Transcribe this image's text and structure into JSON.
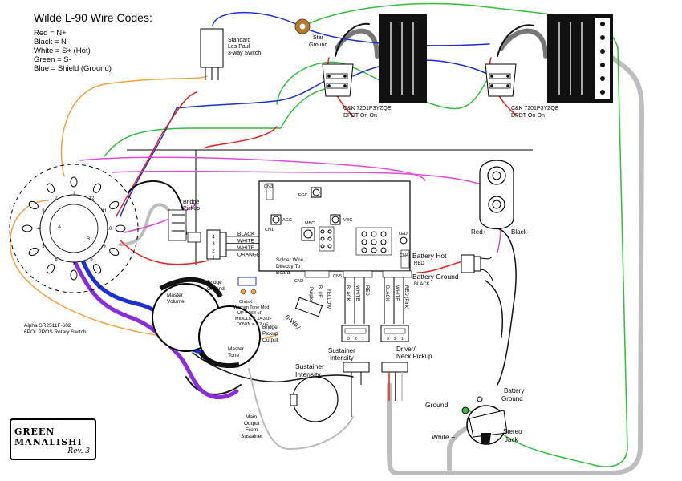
{
  "legend": {
    "title": "Wilde L-90 Wire Codes:",
    "lines": [
      "Red = N+",
      "Black = N-",
      "White = S+ (Hot)",
      "Green = S-",
      "Blue = Shield (Ground)"
    ]
  },
  "labels": {
    "switch3way": [
      "Standard",
      "Les Paul",
      "3-way Switch"
    ],
    "star_ground": [
      "Star",
      "Ground"
    ],
    "dpdt_a": [
      "C&K 7201P3YZQE",
      "DPDT On-On"
    ],
    "dpdt_b": [
      "C&K 7201P3YZQE",
      "DPDT On-On"
    ],
    "bridge_pickup": [
      "Bridge",
      "Pickup"
    ],
    "rotary": [
      "Alpha SR2511F-602",
      "6POL 2POS Rotary Switch"
    ],
    "board": {
      "cn3": "CN3",
      "cn1": "CN1",
      "cn4": "CN4",
      "cn5": "CN5",
      "cn2": "CN2",
      "fgc": "FGC",
      "agc": "AGC",
      "mbc": "MBC",
      "vbc": "VBC",
      "led": "LED",
      "red": "RED",
      "black": "BLACK"
    },
    "cn1_wires": [
      "BLACK",
      "WHITE",
      "WHITE",
      "ORANGE"
    ],
    "cn1_pins": [
      "4",
      "3",
      "2",
      "1"
    ],
    "solder_note": [
      "Solder Wire",
      "Directly To",
      "Board"
    ],
    "battery_hot": "Battery Hot",
    "battery_ground_top": "Battery Ground",
    "red_plus": "Red+",
    "black_minus": "Black-",
    "bridge_ground": [
      "Bridge",
      "Ground"
    ],
    "master_volume": [
      "Master",
      "Volume"
    ],
    "master_tone": [
      "Master",
      "Tone"
    ],
    "chrisk": [
      "ChrisK",
      "Woman Tone Mod",
      "UP = 268 uF",
      "MIDDLE = .043 uF",
      "DOWN = .12 uF"
    ],
    "bridge_pickup_output": [
      "Bridge",
      "Pickup",
      "Output"
    ],
    "five_way": "5-Way",
    "cn2_wires": [
      "Purple",
      "BLUE",
      "YELLOW"
    ],
    "cn3_wires": [
      "BLACK",
      "WHITE",
      "RED"
    ],
    "cn5_wires": [
      "BLACK",
      "WHITE",
      "RED (Pink)"
    ],
    "sustainer_intensity_conn": [
      "Sustainer",
      "Intensity"
    ],
    "driver_neck": [
      "Driver/",
      "Neck Pickup"
    ],
    "sustainer_intensity_pot": [
      "Sustainer",
      "Intensity"
    ],
    "main_output": [
      "Main",
      "Output",
      "From",
      "Sustainer"
    ],
    "ground": "Ground",
    "battery_ground_jack": [
      "Battery",
      "Ground"
    ],
    "white_plus": "White +",
    "stereo_jack": [
      "Stereo",
      "Jack"
    ],
    "pins_321": [
      "3",
      "2",
      "1"
    ],
    "rotary_pins": [
      "12",
      "11",
      "10",
      "9",
      "8",
      "7",
      "6",
      "5",
      "4",
      "3",
      "2",
      "1",
      "A",
      "B"
    ]
  },
  "brand": {
    "title": "GREEN MANALISHI",
    "rev": "Rev. 3"
  },
  "colors": {
    "red": "#e8231f",
    "black": "#111111",
    "white_wire": "#bbbbbb",
    "green": "#2fbf3a",
    "blue": "#1a2fd6",
    "orange": "#f5a240",
    "magenta": "#e04ad8",
    "purple": "#8a2be2",
    "gray": "#bdbdbd",
    "star": "#b57a2c"
  }
}
